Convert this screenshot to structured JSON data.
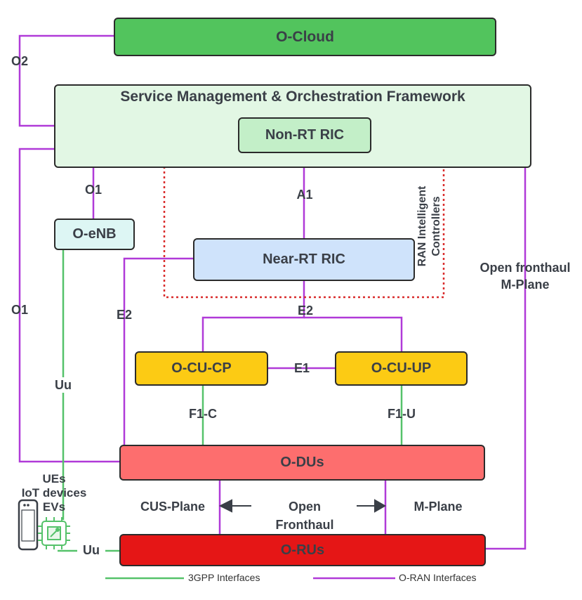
{
  "colors": {
    "oran_line": "#b03ad8",
    "gpp_line": "#55c26a",
    "ric_border": "#d92b2b",
    "o_cloud": "#52c45d",
    "smo": "#e2f7e4",
    "non_rt_ric": "#c3efc8",
    "o_enb": "#ddf6f4",
    "near_rt_ric": "#cfe3fb",
    "o_cu": "#fccb14",
    "o_dus": "#fd6e6e",
    "o_rus": "#e51616"
  },
  "boxes": {
    "o_cloud": "O-Cloud",
    "smo": "Service Management & Orchestration Framework",
    "non_rt_ric": "Non-RT RIC",
    "o_enb": "O-eNB",
    "near_rt_ric": "Near-RT RIC",
    "o_cu_cp": "O-CU-CP",
    "o_cu_up": "O-CU-UP",
    "o_dus": "O-DUs",
    "o_rus": "O-RUs"
  },
  "interfaces": {
    "o2": "O2",
    "o1_top": "O1",
    "o1_left": "O1",
    "a1": "A1",
    "e2_left": "E2",
    "e2_mid": "E2",
    "e1": "E1",
    "f1c": "F1-C",
    "f1u": "F1-U",
    "uu_mid": "Uu",
    "uu_bottom": "Uu"
  },
  "ric_label": [
    "RAN Intelligent",
    "Controllers"
  ],
  "fronthaul_mplane": [
    "Open fronthaul",
    "M-Plane"
  ],
  "cus_plane": "CUS-Plane",
  "m_plane": "M-Plane",
  "open_fronthaul": [
    "Open",
    "Fronthaul"
  ],
  "devices": [
    "UEs",
    "IoT devices",
    "EVs"
  ],
  "legend": {
    "gpp": "3GPP Interfaces",
    "oran": "O-RAN Interfaces"
  }
}
